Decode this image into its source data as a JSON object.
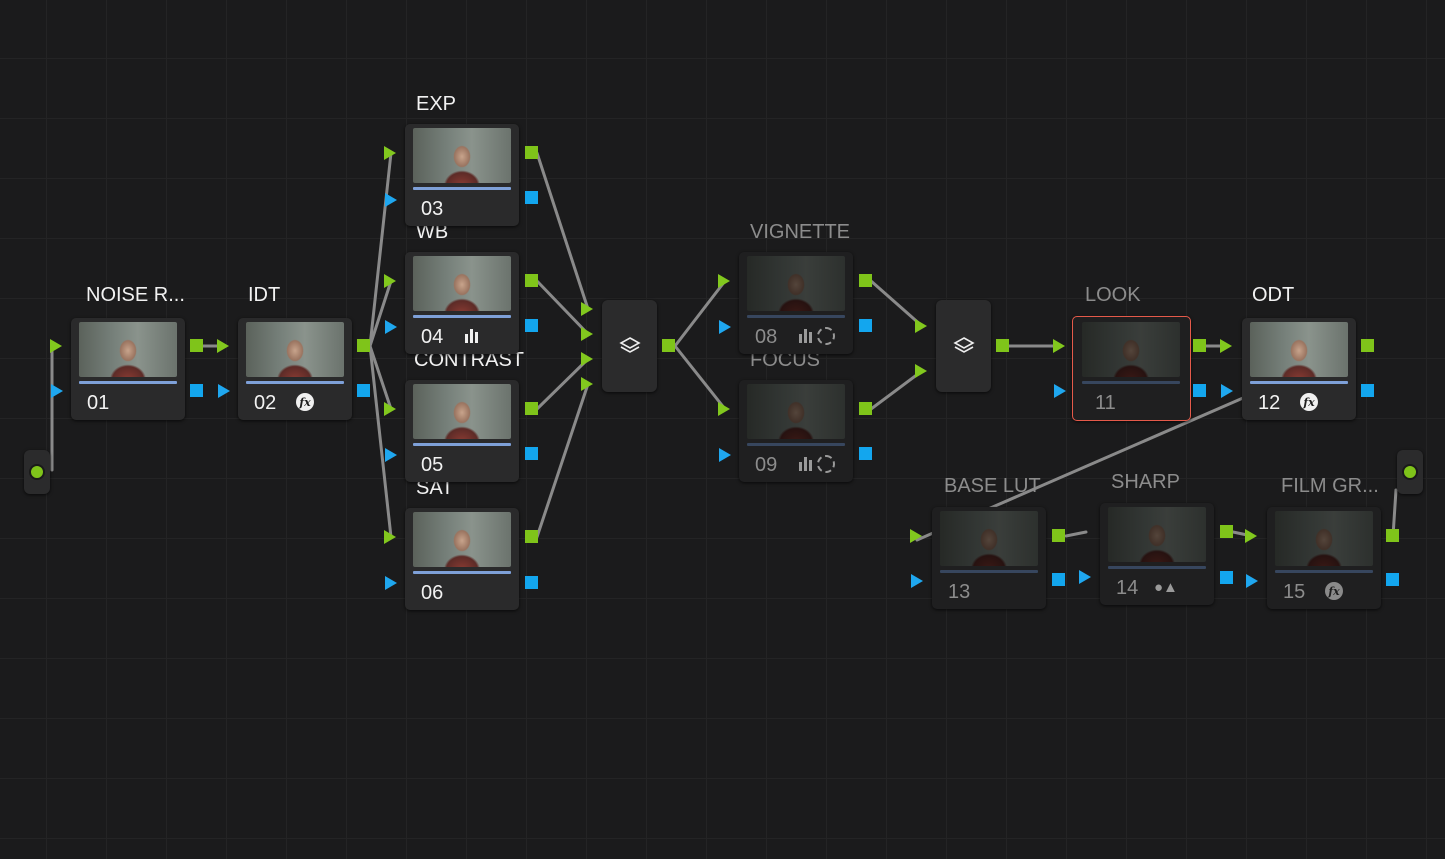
{
  "nodes": [
    {
      "id": "01",
      "label": "NOISE R...",
      "tool": "",
      "state": "active"
    },
    {
      "id": "02",
      "label": "IDT",
      "tool": "fx",
      "state": "active"
    },
    {
      "id": "03",
      "label": "EXP",
      "tool": "",
      "state": "active"
    },
    {
      "id": "04",
      "label": "WB",
      "tool": "bars",
      "state": "active"
    },
    {
      "id": "05",
      "label": "CONTRAST",
      "tool": "",
      "state": "active"
    },
    {
      "id": "06",
      "label": "SAT",
      "tool": "",
      "state": "active"
    },
    {
      "id": "08",
      "label": "VIGNETTE",
      "tool": "bars-window",
      "state": "disabled"
    },
    {
      "id": "09",
      "label": "FOCUS",
      "tool": "bars-window",
      "state": "disabled"
    },
    {
      "id": "11",
      "label": "LOOK",
      "tool": "",
      "state": "selected-disabled"
    },
    {
      "id": "12",
      "label": "ODT",
      "tool": "fx",
      "state": "active"
    },
    {
      "id": "13",
      "label": "BASE LUT",
      "tool": "",
      "state": "disabled"
    },
    {
      "id": "14",
      "label": "SHARP",
      "tool": "blur-sharpen",
      "state": "disabled"
    },
    {
      "id": "15",
      "label": "FILM GR...",
      "tool": "fx",
      "state": "disabled"
    }
  ],
  "mixers": [
    {
      "name": "parallel-mixer-1",
      "icon": "layers-icon"
    },
    {
      "name": "layer-mixer-2",
      "icon": "layers-icon"
    }
  ],
  "colors": {
    "rgb_port": "#7fc41a",
    "alpha_port": "#13a6ee",
    "selected_outline": "#e55a4a",
    "wire": "#8a8a8a",
    "background": "#1b1b1c"
  }
}
